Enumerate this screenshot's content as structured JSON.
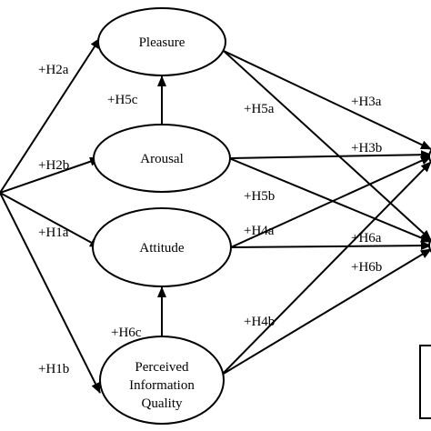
{
  "nodes": {
    "pleasure": {
      "label": "Pleasure"
    },
    "arousal": {
      "label": "Arousal"
    },
    "attitude": {
      "label": "Attitude"
    },
    "piq": {
      "lines": [
        "Perceived",
        "Information",
        "Quality"
      ]
    }
  },
  "hypotheses": {
    "h2a": "+H2a",
    "h5c": "+H5c",
    "h2b": "+H2b",
    "h1a": "+H1a",
    "h6c": "+H6c",
    "h1b": "+H1b",
    "h5a": "+H5a",
    "h5b": "+H5b",
    "h4a": "+H4a",
    "h4b": "+H4b",
    "h3a": "+H3a",
    "h3b": "+H3b",
    "h6a": "+H6a",
    "h6b": "+H6b"
  }
}
